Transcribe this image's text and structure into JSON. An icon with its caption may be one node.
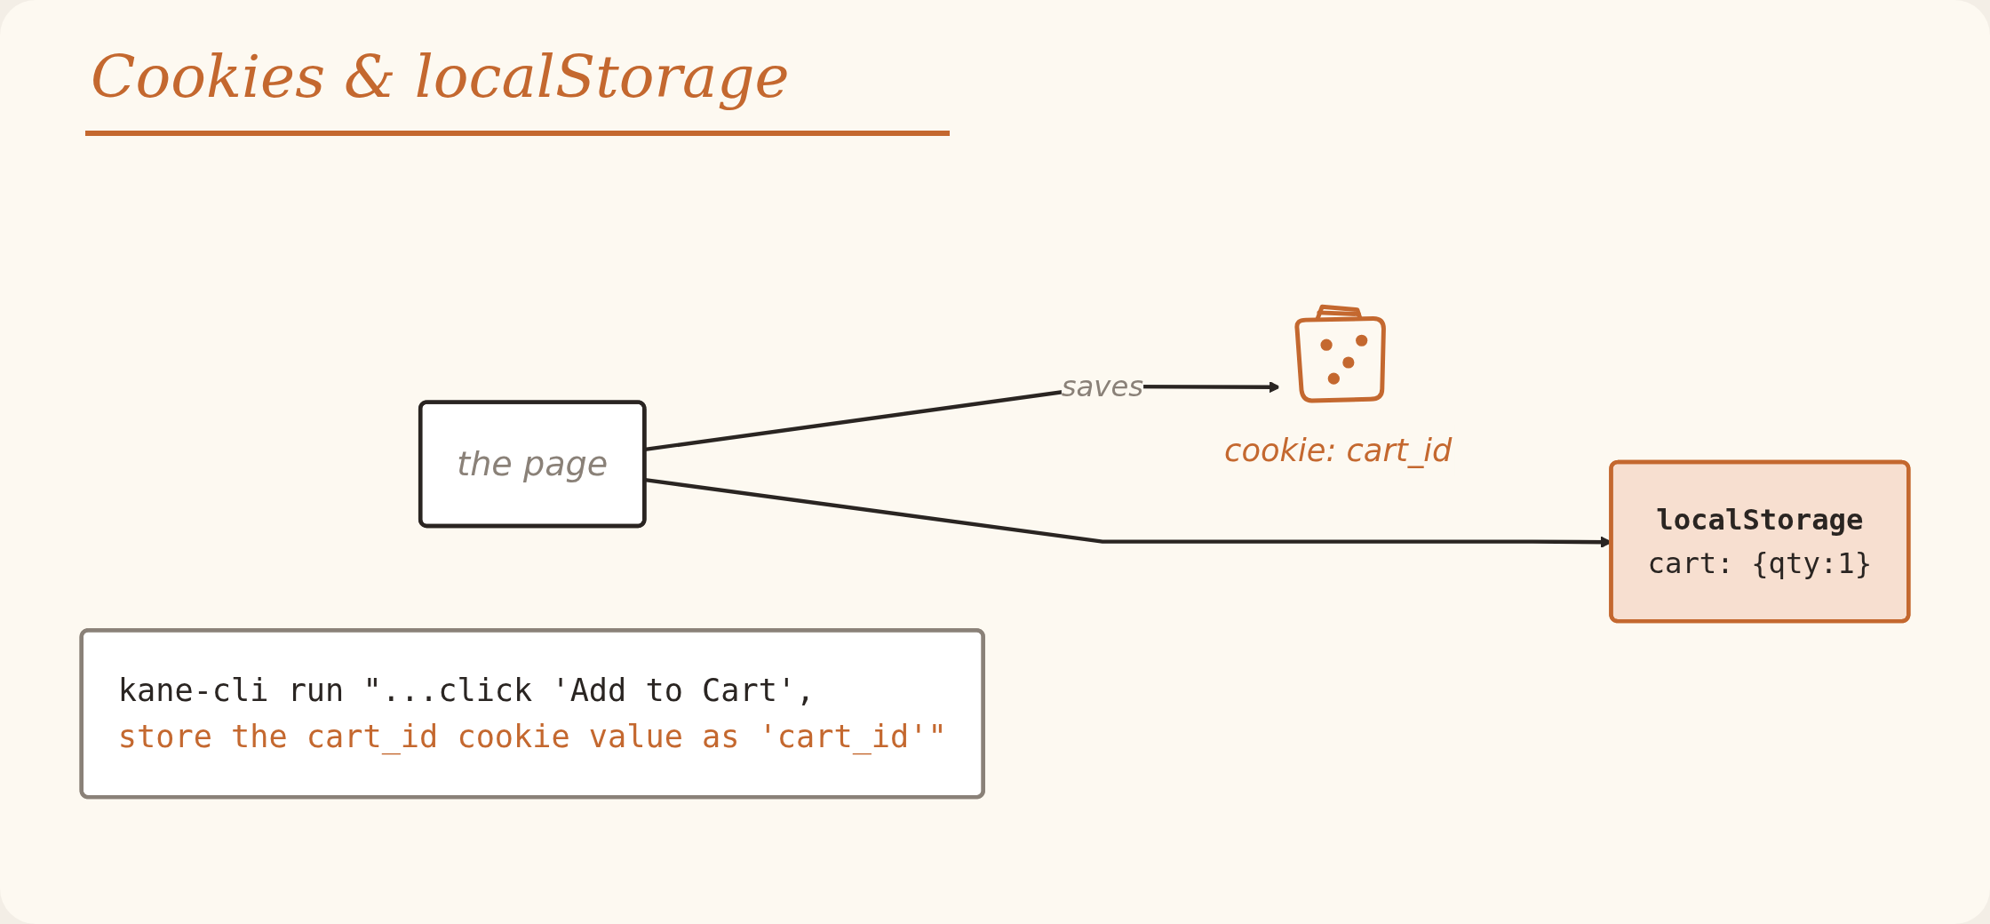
{
  "diagram": {
    "title": "Cookies & localStorage",
    "nodes": [
      {
        "text": [
          "the page"
        ]
      },
      {
        "text": [
          "cookie: cart_id"
        ]
      },
      {
        "text": [
          "localStorage",
          "cart: {qty:1}"
        ]
      },
      {
        "text": [
          "kane-cli run \"...click 'Add to Cart',",
          "store the cart_id cookie value as 'cart_id'\""
        ]
      }
    ],
    "edges": [
      {
        "from": 0,
        "to": 1,
        "arrow": "to",
        "label": "saves"
      },
      {
        "from": 0,
        "to": 2,
        "arrow": "to"
      }
    ]
  }
}
